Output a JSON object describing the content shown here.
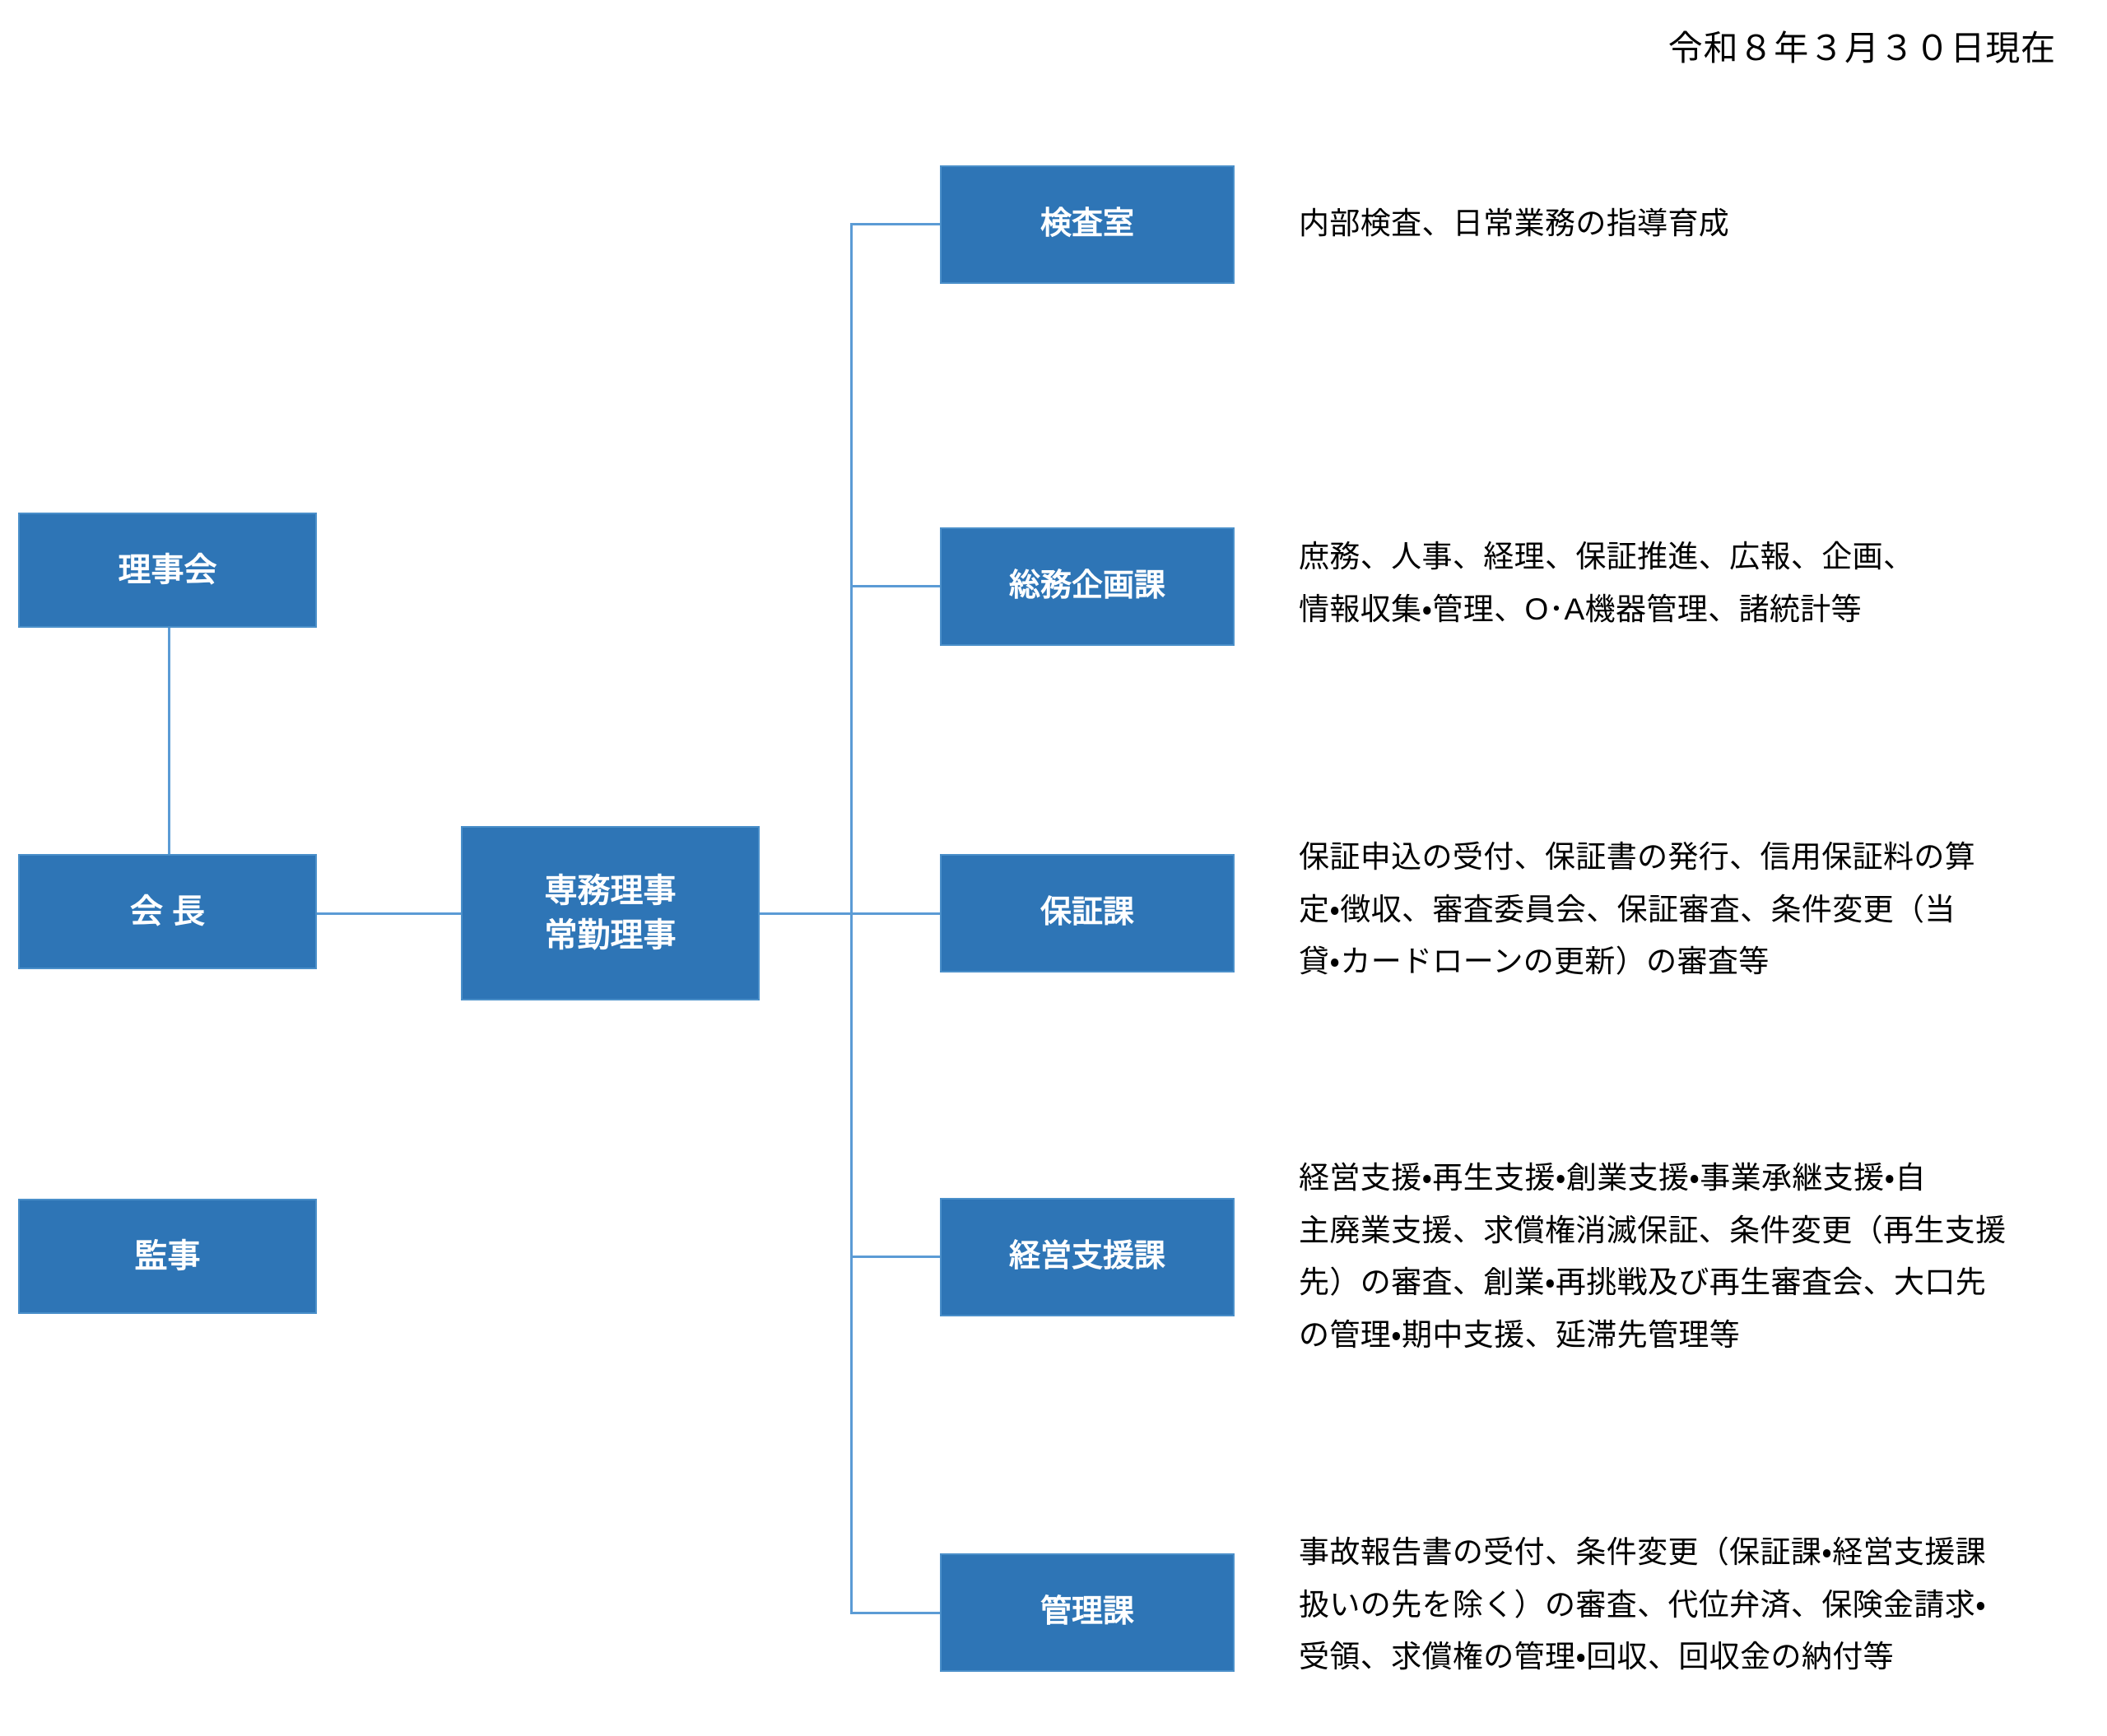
{
  "header": {
    "date_note": "令和８年３月３０日現在"
  },
  "theme": {
    "box_fill": "#2E75B6",
    "box_border": "#4a8fc9",
    "line_color": "#5B9BD5",
    "box_text": "#ffffff",
    "body_text": "#000000",
    "background": "#ffffff"
  },
  "governance": {
    "board": {
      "label": "理事会"
    },
    "chairman": {
      "label": "会 長"
    },
    "auditor": {
      "label": "監事"
    },
    "executive": {
      "label": "専務理事\n常勤理事"
    }
  },
  "departments": [
    {
      "id": "inspection",
      "label": "検査室",
      "description": "内部検査、日常業務の指導育成"
    },
    {
      "id": "general-planning",
      "label": "総務企画課",
      "description": "庶務、人事、経理、保証推進、広報、企画、\n情報収集・管理、O･A機器管理、諸統計等"
    },
    {
      "id": "guarantee",
      "label": "保証課",
      "description": "保証申込の受付、保証書の発行、信用保証料の算\n定・徴収、審査委員会、保証審査、条件変更（当\n貸・カードローンの更新）の審査等"
    },
    {
      "id": "management-support",
      "label": "経営支援課",
      "description": "経営支援・再生支援・創業支援・事業承継支援・自\n主廃業支援、求償権消滅保証、条件変更（再生支援\n先）の審査、創業・再挑戦及び再生審査会、大口先\nの管理・期中支援、延滞先管理等"
    },
    {
      "id": "administration",
      "label": "管理課",
      "description": "事故報告書の受付、条件変更（保証課・経営支援課\n扱いの先を除く）の審査、代位弁済、保険金請求・\n受領、求償権の管理・回収、回収金の納付等"
    }
  ],
  "connectors": {
    "board_to_chairman": "vertical-line",
    "chairman_to_executive": "horizontal-line",
    "executive_to_trunk": "horizontal-line",
    "trunk": "vertical-line",
    "trunk_to_departments": "horizontal-stubs"
  }
}
